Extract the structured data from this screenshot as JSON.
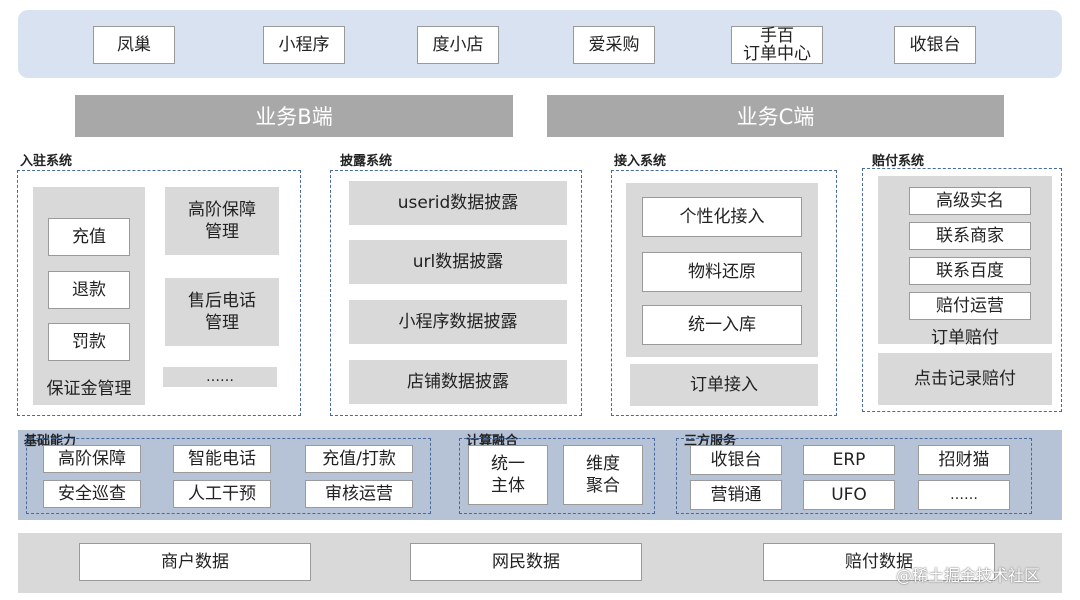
{
  "top_channels": [
    "凤巢",
    "小程序",
    "度小店",
    "爱采购",
    "手百\n订单中心",
    "收银台"
  ],
  "business_bars": {
    "b": "业务B端",
    "c": "业务C端"
  },
  "entry_system": {
    "title": "入驻系统",
    "deposit_items": [
      "充值",
      "退款",
      "罚款"
    ],
    "deposit_label": "保证金管理",
    "side_items": [
      "高阶保障\n管理",
      "售后电话\n管理",
      "……"
    ]
  },
  "disclosure_system": {
    "title": "披露系统",
    "items": [
      "userid数据披露",
      "url数据披露",
      "小程序数据披露",
      "店铺数据披露"
    ]
  },
  "access_system": {
    "title": "接入系统",
    "inner_items": [
      "个性化接入",
      "物料还原",
      "统一入库"
    ],
    "order_access": "订单接入"
  },
  "compensation_system": {
    "title": "赔付系统",
    "inner_items": [
      "高级实名",
      "联系商家",
      "联系百度",
      "赔付运营"
    ],
    "order_comp_label": "订单赔付",
    "click_record": "点击记录赔付"
  },
  "basic_capability": {
    "title": "基础能力",
    "items": [
      "高阶保障",
      "智能电话",
      "充值/打款",
      "安全巡查",
      "人工干预",
      "审核运营"
    ]
  },
  "compute_fusion": {
    "title": "计算融合",
    "items": [
      "统一\n主体",
      "维度\n聚合"
    ]
  },
  "third_party": {
    "title": "三方服务",
    "items": [
      "收银台",
      "ERP",
      "招财猫",
      "营销通",
      "UFO",
      "……"
    ]
  },
  "data_layer": [
    "商户数据",
    "网民数据",
    "赔付数据"
  ],
  "watermark": "@稀土掘金技术社区"
}
